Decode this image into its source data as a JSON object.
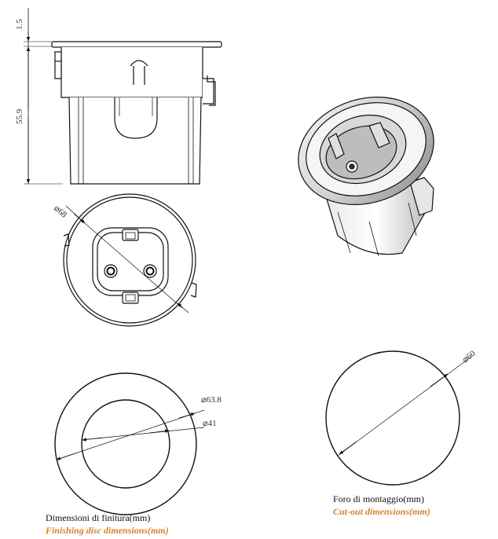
{
  "dimensions": {
    "flange_height": "1.5",
    "body_height": "55.9",
    "outer_diameter": "68",
    "finishing_disc_outer": "63.8",
    "finishing_disc_inner": "41",
    "cutout_diameter": "60"
  },
  "captions": {
    "finishing_it": "Dimensioni di finitura(mm)",
    "finishing_en": "Finishing disc dimensions(mm)",
    "cutout_it": "Foro di montaggio(mm)",
    "cutout_en": "Cut-out dimensions(mm)"
  },
  "colors": {
    "line": "#111111",
    "accent": "#d9822b"
  }
}
